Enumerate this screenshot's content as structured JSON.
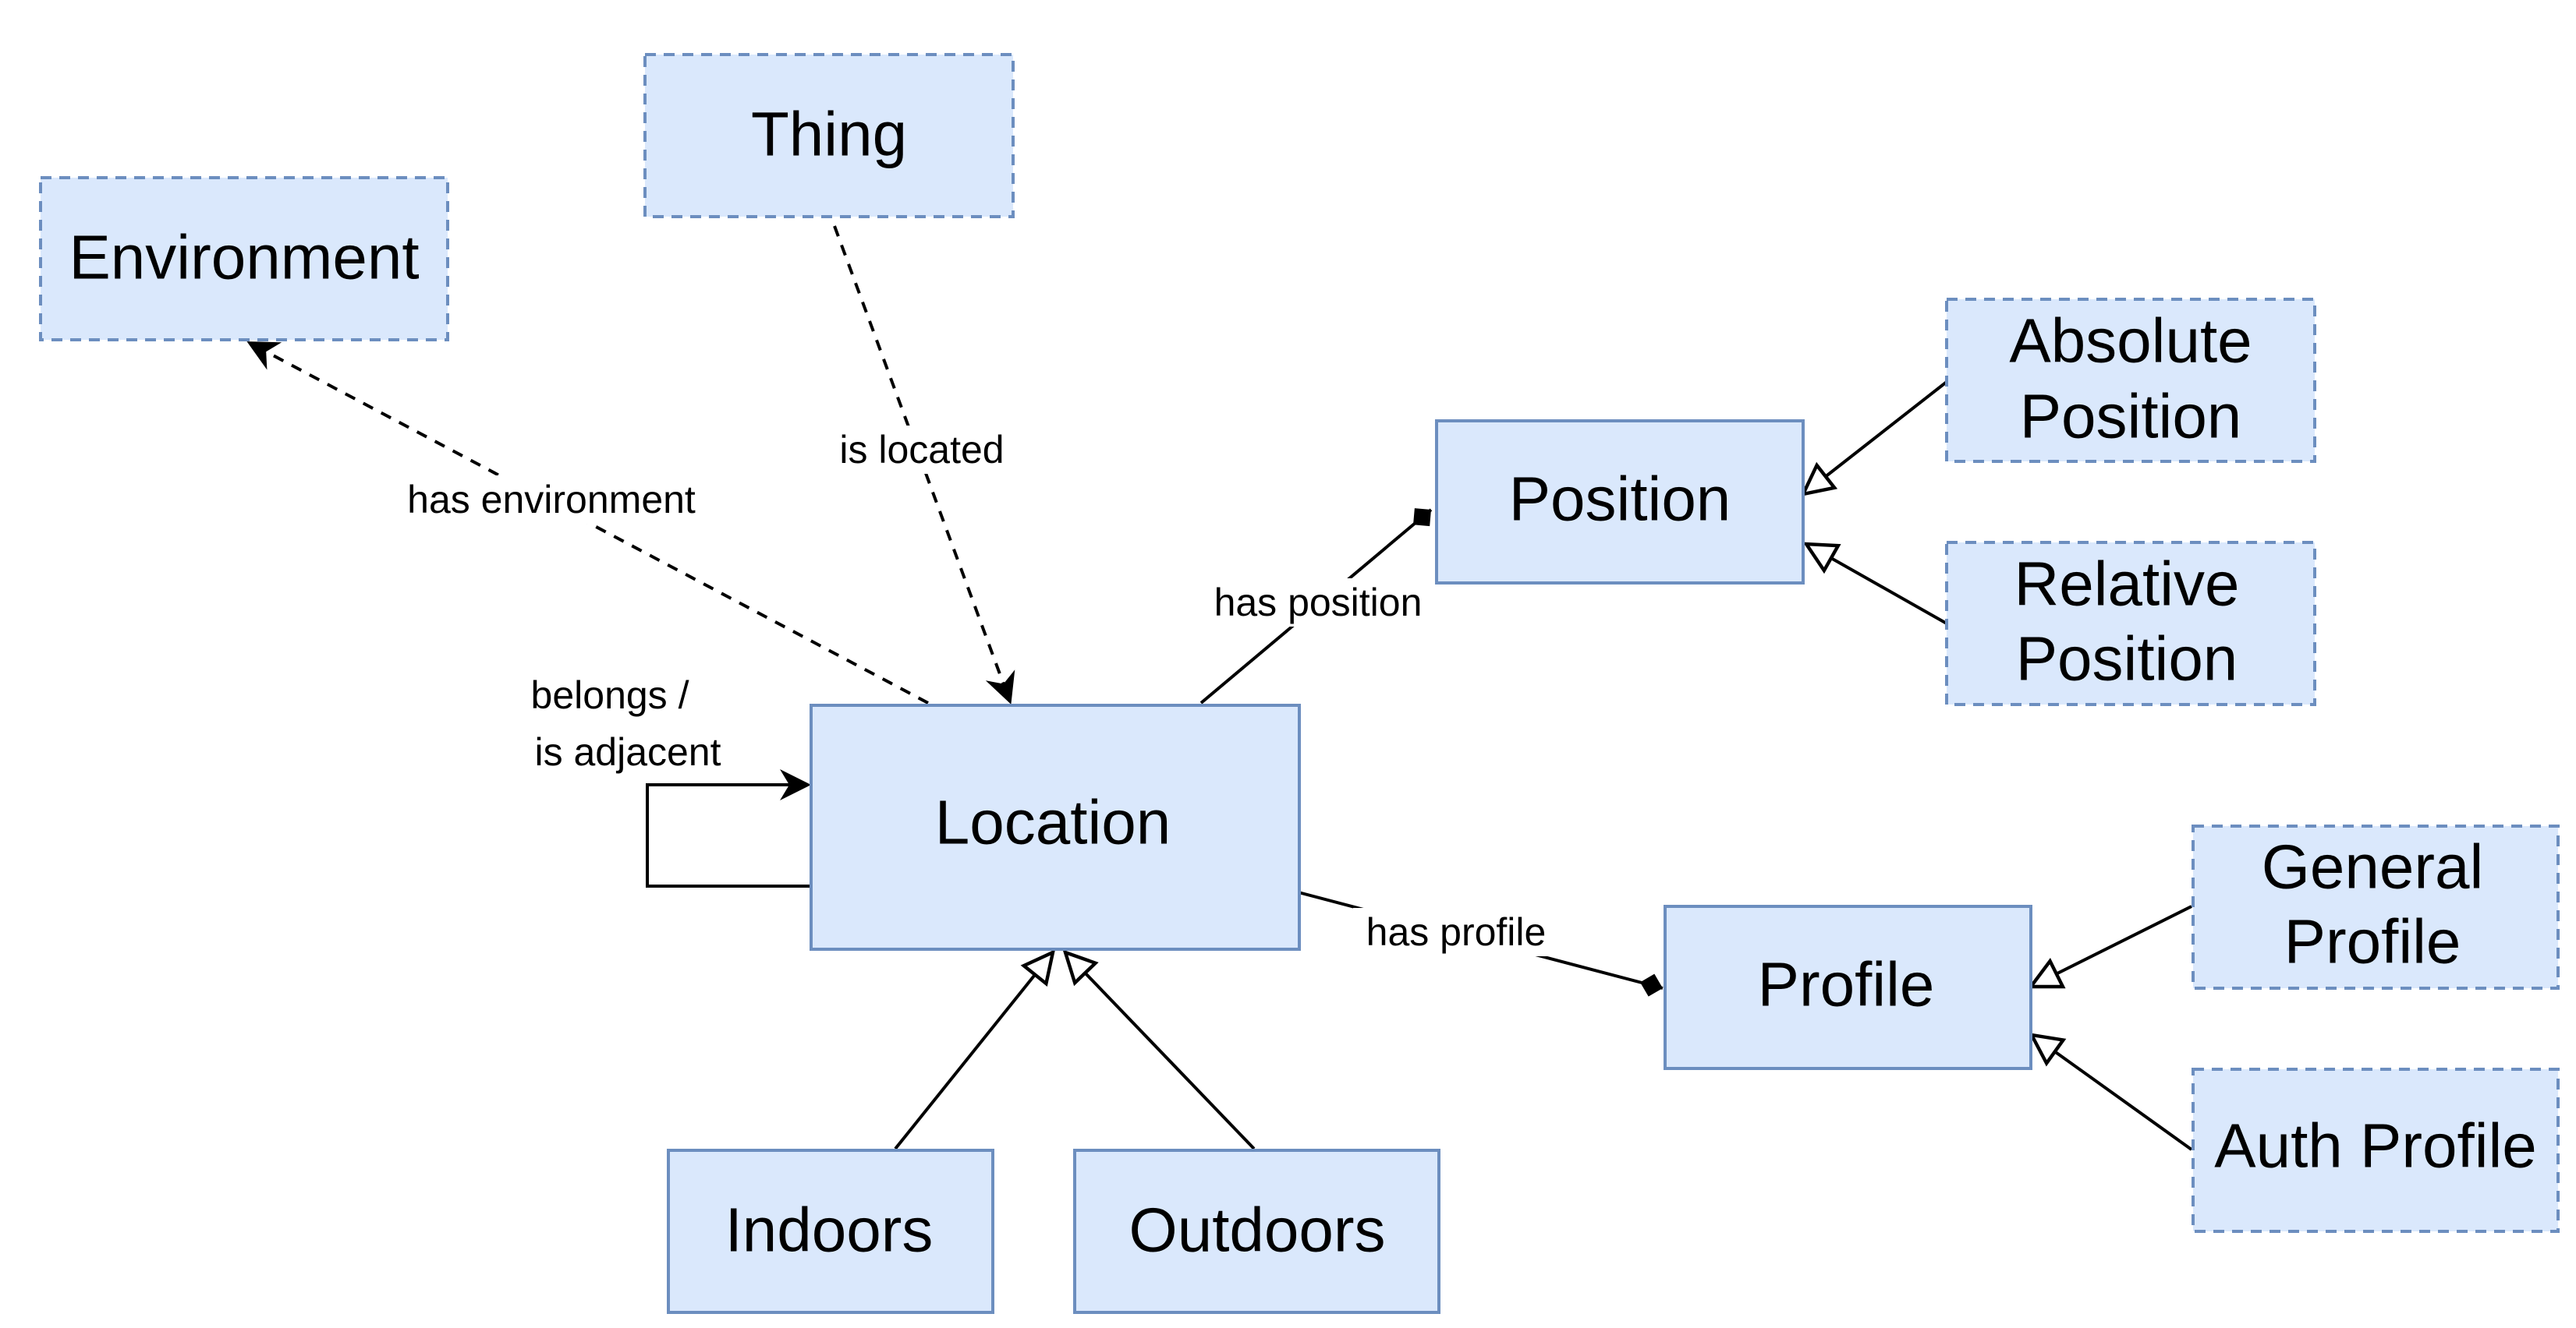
{
  "nodes": {
    "environment": {
      "label": "Environment"
    },
    "thing": {
      "label": "Thing"
    },
    "position": {
      "label": "Position"
    },
    "absolute_position": {
      "lines": [
        "Absolute",
        "Position"
      ]
    },
    "relative_position": {
      "lines": [
        "Relative",
        "Position"
      ]
    },
    "location": {
      "label": "Location"
    },
    "profile": {
      "label": "Profile"
    },
    "general_profile": {
      "lines": [
        "General",
        "Profile"
      ]
    },
    "auth_profile": {
      "label": "Auth Profile"
    },
    "indoors": {
      "label": "Indoors"
    },
    "outdoors": {
      "label": "Outdoors"
    }
  },
  "edges": {
    "has_environment": {
      "label": "has environment"
    },
    "is_located": {
      "label": "is located"
    },
    "has_position": {
      "label": "has position"
    },
    "has_profile": {
      "label": "has profile"
    },
    "belongs_adjacent": {
      "lines": [
        "belongs /",
        "is adjacent"
      ]
    }
  }
}
